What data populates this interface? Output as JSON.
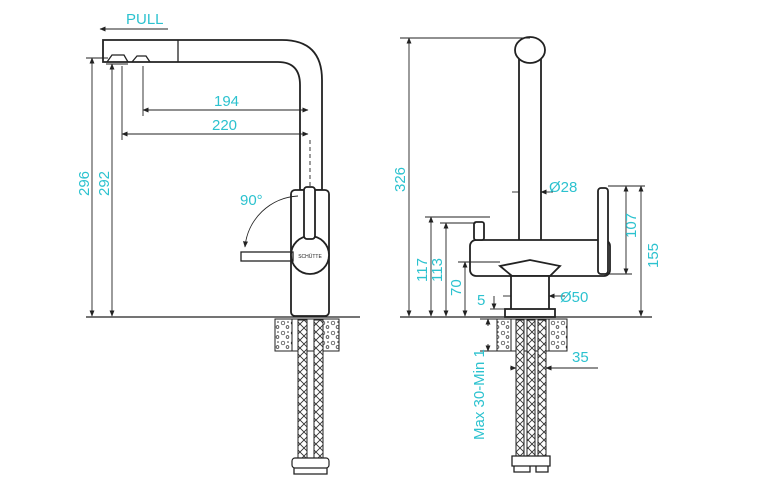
{
  "colors": {
    "dimension_text": "#2cc2cf",
    "line": "#222222",
    "background": "#ffffff"
  },
  "side_view": {
    "pull": "PULL",
    "reach_194": "194",
    "reach_220": "220",
    "angle": "90°",
    "height_296": "296",
    "height_292": "292",
    "brand": "SCHÜTTE"
  },
  "front_view": {
    "height_326": "326",
    "dia_28": "Ø28",
    "height_117": "117",
    "height_113": "113",
    "height_70": "70",
    "base_5": "5",
    "dia_50": "Ø50",
    "height_107": "107",
    "height_155": "155",
    "thickness": "Max 30-Min 1",
    "hole_35": "35"
  }
}
